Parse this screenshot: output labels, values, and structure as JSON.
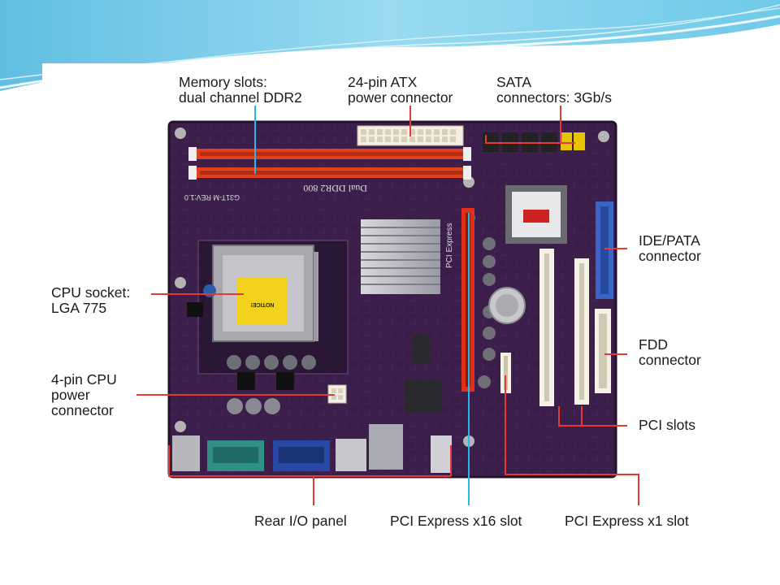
{
  "colors": {
    "board": "#3b1e4a",
    "ram_slot": "#e0401e",
    "pcie_slot": "#e0301a",
    "ide_slot": "#3a64c6",
    "pci_slot": "#f4f1e6",
    "leader_red": "#e53935",
    "leader_cyan": "#29b6e8",
    "header_wave": "#5fc4e6"
  },
  "labels": {
    "memory": "Memory slots:\ndual channel DDR2",
    "atx": "24-pin ATX\npower connector",
    "sata": "SATA\nconnectors: 3Gb/s",
    "ide": "IDE/PATA\nconnector",
    "fdd": "FDD\nconnector",
    "cpu_socket": "CPU socket:\nLGA 775",
    "cpu_power": "4-pin CPU\npower\nconnector",
    "pci": "PCI slots",
    "rear_io": "Rear I/O panel",
    "pcie16": "PCI Express x16 slot",
    "pcie1": "PCI Express x1 slot"
  },
  "board_text": {
    "dual_ddr2": "Dual DDR2 800",
    "model": "G31T-M REV:1.0",
    "pci_express": "PCI Express",
    "notice": "NOTICE!"
  }
}
